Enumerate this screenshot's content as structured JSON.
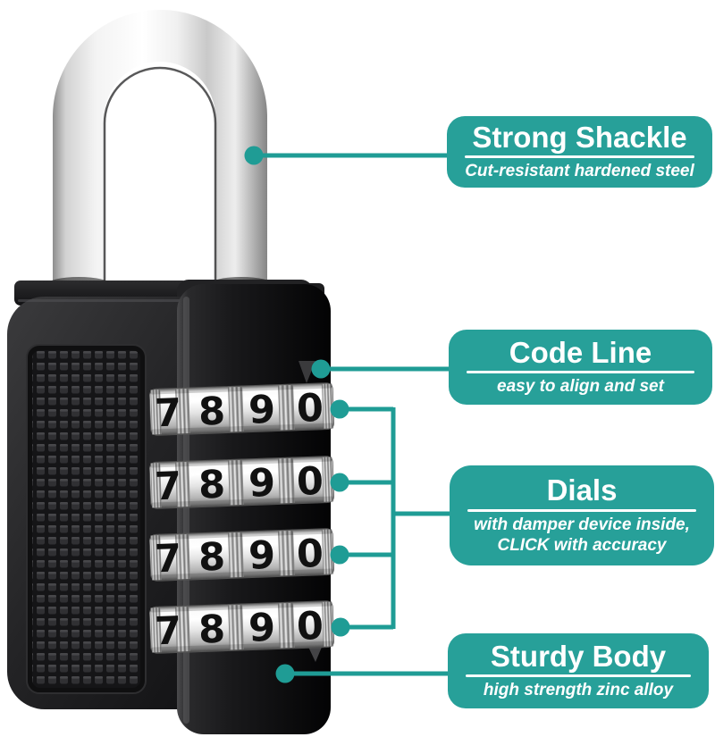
{
  "image": {
    "subject": "4-digit combination padlock with feature callouts",
    "background": "#ffffff"
  },
  "padlock": {
    "type": "combination padlock",
    "shackle": "chrome steel U-shackle",
    "body": "black zinc alloy body with knurled grip panel",
    "dial_count": 4,
    "dials": [
      {
        "digits": [
          "7",
          "8",
          "9",
          "0"
        ]
      },
      {
        "digits": [
          "7",
          "8",
          "9",
          "0"
        ]
      },
      {
        "digits": [
          "7",
          "8",
          "9",
          "0"
        ]
      },
      {
        "digits": [
          "7",
          "8",
          "9",
          "0"
        ]
      }
    ]
  },
  "callouts": [
    {
      "id": "strong-shackle",
      "title": "Strong Shackle",
      "subtitle_lines": [
        "Cut-resistant hardened steel"
      ]
    },
    {
      "id": "code-line",
      "title": "Code Line",
      "subtitle_lines": [
        "easy to align and set"
      ]
    },
    {
      "id": "dials",
      "title": "Dials",
      "subtitle_lines": [
        "with damper device inside,",
        "CLICK with accuracy"
      ]
    },
    {
      "id": "sturdy-body",
      "title": "Sturdy Body",
      "subtitle_lines": [
        "high strength zinc alloy"
      ]
    }
  ],
  "colors": {
    "accent": "#1f9c95",
    "callout_bg": "#27a099",
    "callout_text": "#ffffff",
    "lock_body": "#161618",
    "dial_band": "#e8e8e8",
    "digit": "#111111"
  }
}
